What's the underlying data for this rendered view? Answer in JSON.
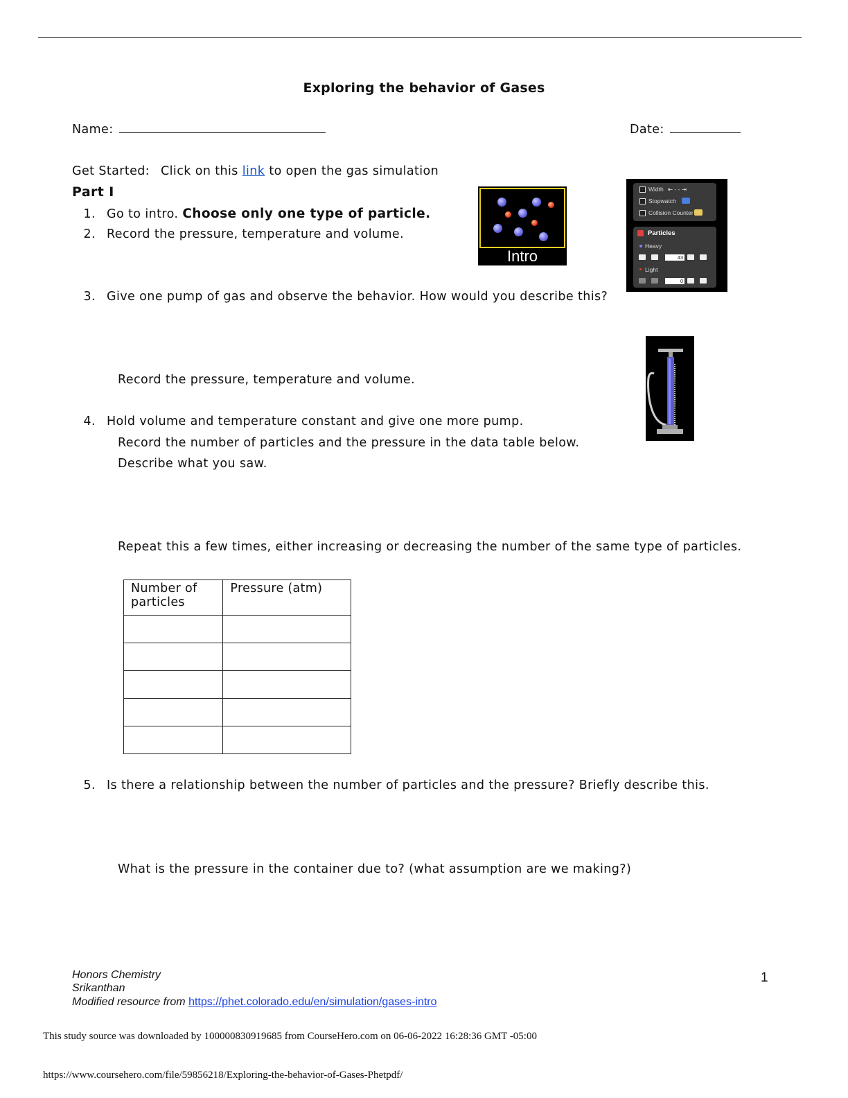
{
  "title": "Exploring the behavior of Gases",
  "name_label": "Name:",
  "date_label": "Date:",
  "get_started": {
    "prefix": "Get Started:",
    "text_before_link": "Click on this",
    "link_text": "link",
    "text_after_link": "to open the gas simulation"
  },
  "part_heading": "Part I",
  "steps": {
    "s1_num": "1.",
    "s1_text": "Go to intro.",
    "s1_bold": "Choose only one type of particle.",
    "s2_num": "2.",
    "s2_text": "Record the pressure, temperature and volume.",
    "s3_num": "3.",
    "s3_text": "Give one pump of gas and observe the behavior. How would you describe this?",
    "s3_followup": "Record the pressure, temperature and volume.",
    "s4_num": "4.",
    "s4_line1": "Hold volume and temperature constant and give one more pump.",
    "s4_line2": "Record the number of particles and the pressure in the data table below.",
    "s4_line3": "Describe what you saw.",
    "repeat_text": "Repeat this a few times, either increasing or decreasing the number of the same type of particles.",
    "s5_num": "5.",
    "s5_text": "Is there a relationship between the number of particles and the pressure? Briefly describe this.",
    "s5_followup": "What is the pressure in the container due to? (what assumption are we making?)"
  },
  "table": {
    "headers": [
      "Number of particles",
      "Pressure (atm)"
    ],
    "empty_rows": 5
  },
  "intro_image": {
    "label": "Intro"
  },
  "control_panel": {
    "checks": [
      "Width",
      "Stopwatch",
      "Collision Counter"
    ],
    "section": "Particles",
    "heavy_label": "Heavy",
    "heavy_value": "43",
    "light_label": "Light",
    "light_value": "0"
  },
  "footer": {
    "course": "Honors Chemistry",
    "author": "Srikanthan",
    "modified_prefix": "Modified resource from",
    "modified_url": "https://phet.colorado.edu/en/simulation/gases-intro",
    "page_number": "1"
  },
  "source_line": "This study source was downloaded by 100000830919685 from CourseHero.com on 06-06-2022 16:28:36 GMT -05:00",
  "source_url": "https://www.coursehero.com/file/59856218/Exploring-the-behavior-of-Gases-Phetpdf/"
}
